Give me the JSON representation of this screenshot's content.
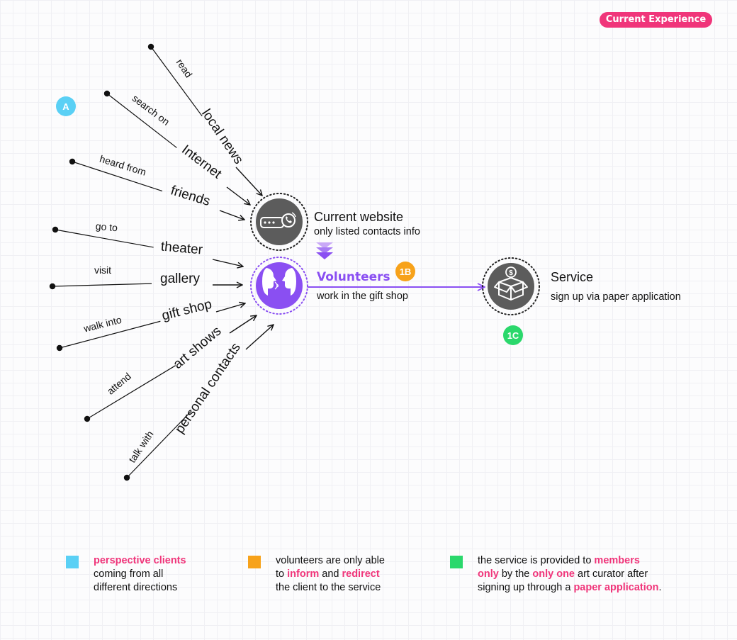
{
  "header": {
    "tag": "Current Experience"
  },
  "colors": {
    "accent_pink": "#f0357a",
    "cyan": "#5ad0f5",
    "orange": "#f7a21a",
    "green": "#2bd86c",
    "purple": "#8a4ff2",
    "dark_icon": "#5c5c5c"
  },
  "badges": {
    "a": "A",
    "b": "1B",
    "c": "1C"
  },
  "sources": [
    {
      "verb": "read",
      "channel": "local news"
    },
    {
      "verb": "search on",
      "channel": "Internet"
    },
    {
      "verb": "heard from",
      "channel": "friends"
    },
    {
      "verb": "go to",
      "channel": "theater"
    },
    {
      "verb": "visit",
      "channel": "gallery"
    },
    {
      "verb": "walk into",
      "channel": "gift shop"
    },
    {
      "verb": "attend",
      "channel": "art shows"
    },
    {
      "verb": "talk with",
      "channel": "personal contacts"
    }
  ],
  "nodes": {
    "website": {
      "title": "Current website",
      "subtitle": "only listed contacts info",
      "icon": "website-contact-icon"
    },
    "volunteers": {
      "title": "Volunteers",
      "subtitle": "work in the gift shop",
      "icon": "conversation-faces-icon"
    },
    "service": {
      "title": "Service",
      "subtitle": "sign up via paper application",
      "icon": "money-box-icon"
    }
  },
  "legend": [
    {
      "color": "#5ad0f5",
      "lines": [
        [
          {
            "t": "perspective clients",
            "hl": true
          }
        ],
        [
          {
            "t": "coming from all"
          }
        ],
        [
          {
            "t": "different directions"
          }
        ]
      ]
    },
    {
      "color": "#f7a21a",
      "lines": [
        [
          {
            "t": "volunteers are only able"
          }
        ],
        [
          {
            "t": "to "
          },
          {
            "t": "inform",
            "hl": true
          },
          {
            "t": " and "
          },
          {
            "t": "redirect",
            "hl": true
          }
        ],
        [
          {
            "t": "the client to the service"
          }
        ]
      ]
    },
    {
      "color": "#2bd86c",
      "lines": [
        [
          {
            "t": "the service is provided to "
          },
          {
            "t": "members",
            "hl": true
          }
        ],
        [
          {
            "t": "only",
            "hl": true
          },
          {
            "t": " by the "
          },
          {
            "t": "only one",
            "hl": true
          },
          {
            "t": " art curator after"
          }
        ],
        [
          {
            "t": "signing up through a "
          },
          {
            "t": "paper application",
            "hl": true
          },
          {
            "t": "."
          }
        ]
      ]
    }
  ]
}
